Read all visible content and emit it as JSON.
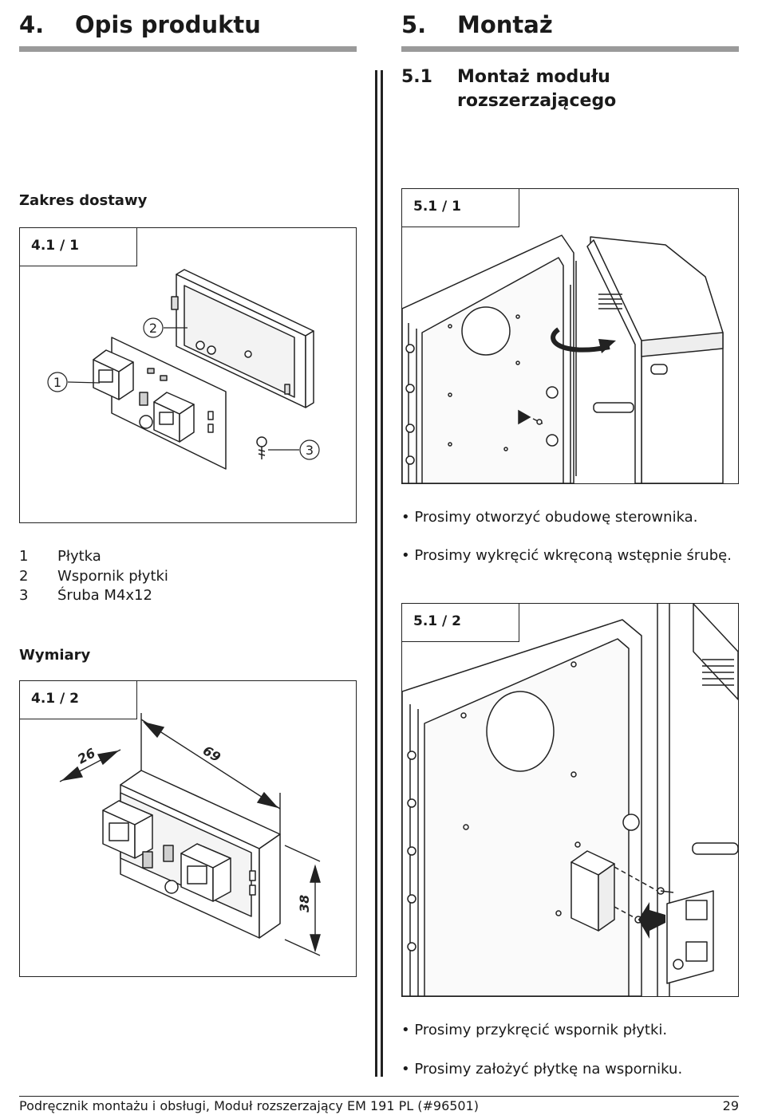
{
  "left": {
    "heading": {
      "number": "4.",
      "title": "Opis produktu"
    },
    "scope": {
      "title": "Zakres dostawy",
      "figure_label": "4.1 / 1",
      "callouts": [
        "1",
        "2",
        "3"
      ],
      "items": [
        {
          "n": "1",
          "text": "Płytka"
        },
        {
          "n": "2",
          "text": "Wspornik płytki"
        },
        {
          "n": "3",
          "text": "Śruba M4x12"
        }
      ]
    },
    "dimensions": {
      "title": "Wymiary",
      "figure_label": "4.1 / 2",
      "values": {
        "depth": "26",
        "width": "69",
        "height": "38"
      }
    }
  },
  "right": {
    "heading": {
      "number": "5.",
      "title": "Montaż"
    },
    "subheading": {
      "number": "5.1",
      "line1": "Montaż modułu",
      "line2": "rozszerzającego"
    },
    "figure1_label": "5.1 / 1",
    "steps1": [
      "• Prosimy otworzyć obudowę sterownika.",
      "• Prosimy wykręcić wkręconą wstępnie śrubę."
    ],
    "figure2_label": "5.1 / 2",
    "steps2": [
      "• Prosimy przykręcić wspornik płytki.",
      "• Prosimy założyć płytkę na wsporniku."
    ]
  },
  "footer": {
    "text": "Podręcznik montażu i obsługi, Moduł rozszerzający EM 191 PL (#96501)",
    "page": "29"
  }
}
